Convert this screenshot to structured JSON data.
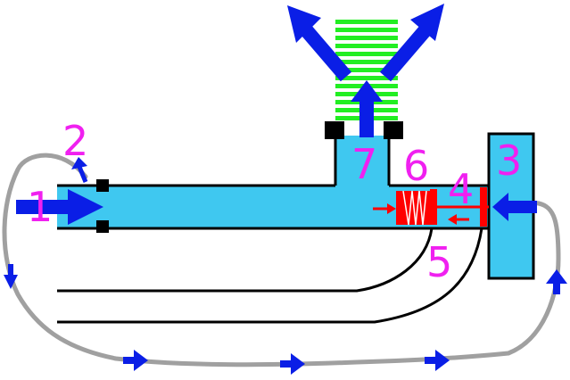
{
  "labels": {
    "n1": "1",
    "n2": "2",
    "n3": "3",
    "n4": "4",
    "n5": "5",
    "n6": "6",
    "n7": "7"
  },
  "colors": {
    "duct_fill": "#3FC8F0",
    "outline": "#000000",
    "flow_arrow": "#0A1EE6",
    "label": "#F020F0",
    "valve": "#FF0000",
    "grille": "#22EE22",
    "loop_pipe": "#A0A0A0",
    "background": "#FFFFFF"
  }
}
